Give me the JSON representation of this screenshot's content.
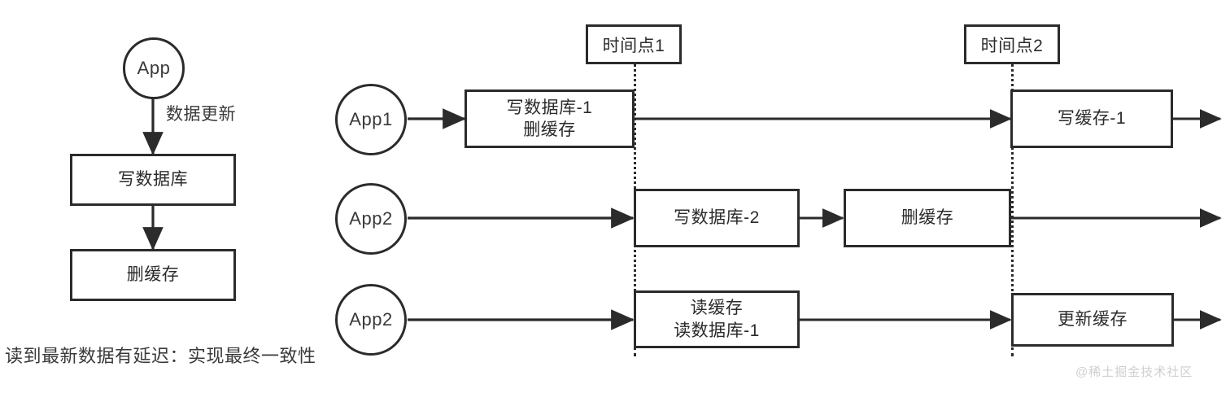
{
  "left_panel": {
    "app_circle": {
      "label": "App"
    },
    "edge_label": "数据更新",
    "steps": [
      {
        "label": "写数据库"
      },
      {
        "label": "删缓存"
      }
    ],
    "caption": "读到最新数据有延迟：实现最终一致性"
  },
  "timeline": {
    "markers": [
      {
        "label": "时间点1"
      },
      {
        "label": "时间点2"
      }
    ],
    "lanes": [
      {
        "actor": "App1",
        "boxes": [
          {
            "label_line1": "写数据库-1",
            "label_line2": "删缓存"
          },
          {
            "label_line1": "写缓存-1",
            "label_line2": ""
          }
        ]
      },
      {
        "actor": "App2",
        "boxes": [
          {
            "label_line1": "写数据库-2",
            "label_line2": ""
          },
          {
            "label_line1": "删缓存",
            "label_line2": ""
          }
        ]
      },
      {
        "actor": "App2",
        "boxes": [
          {
            "label_line1": "读缓存",
            "label_line2": "读数据库-1"
          },
          {
            "label_line1": "更新缓存",
            "label_line2": ""
          }
        ]
      }
    ]
  },
  "watermark": "@稀土掘金技术社区",
  "colors": {
    "stroke": "#2b2b2b",
    "text": "#3a3a3a",
    "background": "#ffffff",
    "watermark": "#cfcfcf"
  }
}
